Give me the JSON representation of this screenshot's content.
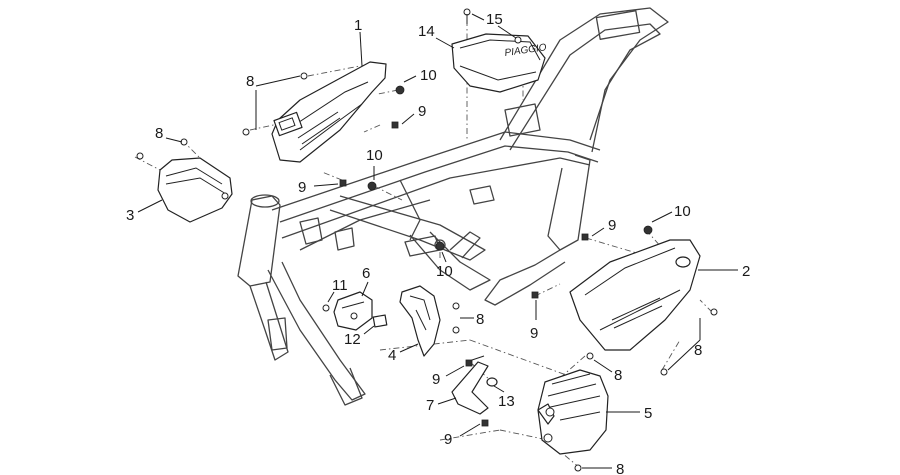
{
  "callouts": [
    {
      "id": "c1",
      "label": "1"
    },
    {
      "id": "c2",
      "label": "2"
    },
    {
      "id": "c3",
      "label": "3"
    },
    {
      "id": "c4",
      "label": "4"
    },
    {
      "id": "c5",
      "label": "5"
    },
    {
      "id": "c6",
      "label": "6"
    },
    {
      "id": "c7",
      "label": "7"
    },
    {
      "id": "c8a",
      "label": "8"
    },
    {
      "id": "c8b",
      "label": "8"
    },
    {
      "id": "c8c",
      "label": "8"
    },
    {
      "id": "c8d",
      "label": "8"
    },
    {
      "id": "c8e",
      "label": "8"
    },
    {
      "id": "c8f",
      "label": "8"
    },
    {
      "id": "c9a",
      "label": "9"
    },
    {
      "id": "c9b",
      "label": "9"
    },
    {
      "id": "c9c",
      "label": "9"
    },
    {
      "id": "c9d",
      "label": "9"
    },
    {
      "id": "c9e",
      "label": "9"
    },
    {
      "id": "c9f",
      "label": "9"
    },
    {
      "id": "c10a",
      "label": "10"
    },
    {
      "id": "c10b",
      "label": "10"
    },
    {
      "id": "c10c",
      "label": "10"
    },
    {
      "id": "c10d",
      "label": "10"
    },
    {
      "id": "c11",
      "label": "11"
    },
    {
      "id": "c12",
      "label": "12"
    },
    {
      "id": "c13",
      "label": "13"
    },
    {
      "id": "c14",
      "label": "14"
    },
    {
      "id": "c15",
      "label": "15"
    }
  ]
}
